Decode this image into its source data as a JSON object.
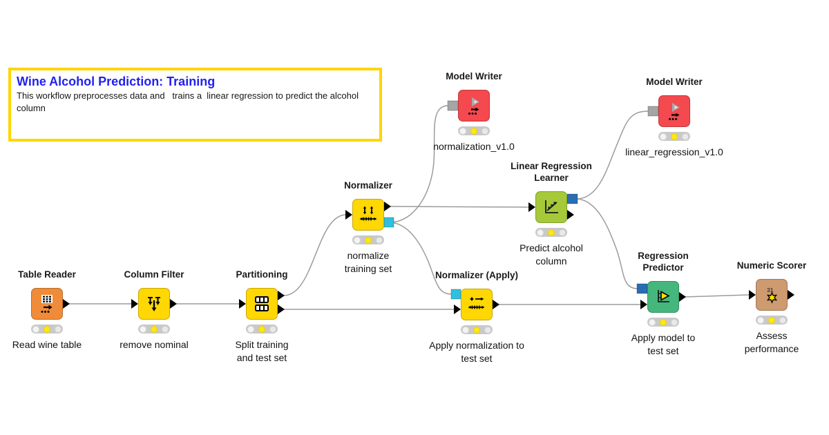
{
  "annotation": {
    "title": "Wine Alcohol Prediction: Training",
    "body": "This workflow preprocesses data and   trains a  linear regression to predict the alcohol column"
  },
  "nodes": [
    {
      "id": "table-reader",
      "label": "Table Reader",
      "caption": "Read wine table",
      "category": "source",
      "status": "configured",
      "icon": "table-grid-icon"
    },
    {
      "id": "column-filter",
      "label": "Column Filter",
      "caption": "remove nominal",
      "category": "manipulator",
      "status": "configured",
      "icon": "filter-arrows-icon"
    },
    {
      "id": "partitioning",
      "label": "Partitioning",
      "caption": "Split training and test set",
      "category": "manipulator",
      "status": "configured",
      "icon": "split-rows-icon"
    },
    {
      "id": "normalizer",
      "label": "Normalizer",
      "caption": "normalize training set",
      "category": "manipulator",
      "status": "configured",
      "icon": "normalize-scale-icon"
    },
    {
      "id": "model-writer-1",
      "label": "Model Writer",
      "caption": "normalization_v1.0",
      "category": "sink",
      "status": "configured",
      "icon": "model-write-icon"
    },
    {
      "id": "linear-regression-learner",
      "label": "Linear Regression Learner",
      "caption": "Predict alcohol column",
      "category": "learner",
      "status": "configured",
      "icon": "regression-chart-icon"
    },
    {
      "id": "model-writer-2",
      "label": "Model Writer",
      "caption": "linear_regression_v1.0",
      "category": "sink",
      "status": "configured",
      "icon": "model-write-icon"
    },
    {
      "id": "normalizer-apply",
      "label": "Normalizer (Apply)",
      "caption": "Apply normalization to test set",
      "category": "manipulator",
      "status": "configured",
      "icon": "normalize-apply-icon"
    },
    {
      "id": "regression-predictor",
      "label": "Regression Predictor",
      "caption": "Apply model to test set",
      "category": "predictor",
      "status": "configured",
      "icon": "predictor-play-icon"
    },
    {
      "id": "numeric-scorer",
      "label": "Numeric Scorer",
      "caption": "Assess performance",
      "category": "scorer",
      "status": "configured",
      "icon": "star-score-icon",
      "icon_text": "31"
    }
  ],
  "connections": [
    {
      "from": "table-reader:out",
      "to": "column-filter:in"
    },
    {
      "from": "column-filter:out",
      "to": "partitioning:in"
    },
    {
      "from": "partitioning:out-top",
      "to": "normalizer:in"
    },
    {
      "from": "partitioning:out-bottom",
      "to": "normalizer-apply:in-data"
    },
    {
      "from": "normalizer:out-data",
      "to": "linear-regression-learner:in"
    },
    {
      "from": "normalizer:out-model",
      "to": "model-writer-1:in"
    },
    {
      "from": "normalizer:out-model",
      "to": "normalizer-apply:in-model"
    },
    {
      "from": "linear-regression-learner:out-model",
      "to": "model-writer-2:in"
    },
    {
      "from": "linear-regression-learner:out-model",
      "to": "regression-predictor:in-model"
    },
    {
      "from": "normalizer-apply:out",
      "to": "regression-predictor:in-data"
    },
    {
      "from": "regression-predictor:out",
      "to": "numeric-scorer:in"
    }
  ],
  "colors": {
    "annotation_border": "#FFD500",
    "annotation_title": "#2121F0",
    "node_source": "#EF8B39",
    "node_manipulator": "#FFD703",
    "node_sink": "#F3494F",
    "node_learner": "#A6C939",
    "node_predictor": "#45B77D",
    "node_scorer": "#CE9A70",
    "port_data": "#000000",
    "port_normalizer_model": "#2EC0DF",
    "port_regression_model": "#2A6DB2",
    "port_generic_model": "#A5A5A5",
    "status_configured": "#FFE713",
    "wire": "#9B9B9B"
  }
}
